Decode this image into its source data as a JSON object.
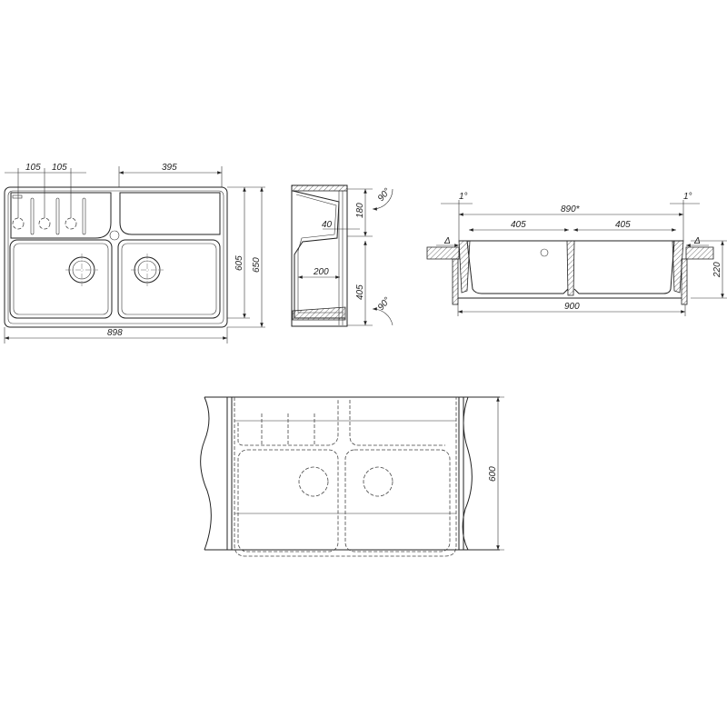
{
  "top_view": {
    "dim_105_a": "105",
    "dim_105_b": "105",
    "dim_395": "395",
    "dim_605": "605",
    "dim_650": "650",
    "dim_898": "898"
  },
  "side_section": {
    "dim_180": "180",
    "dim_40": "40",
    "dim_200": "200",
    "dim_405": "405",
    "angle_top": "90°",
    "angle_bottom": "90°"
  },
  "front_section": {
    "angle_left": "1°",
    "angle_right": "1°",
    "dim_890": "890*",
    "dim_405_left": "405",
    "dim_405_right": "405",
    "gap_left": "Δ",
    "gap_right": "Δ",
    "dim_220": "220",
    "dim_900": "900"
  },
  "cutout_view": {
    "dim_600": "600"
  }
}
